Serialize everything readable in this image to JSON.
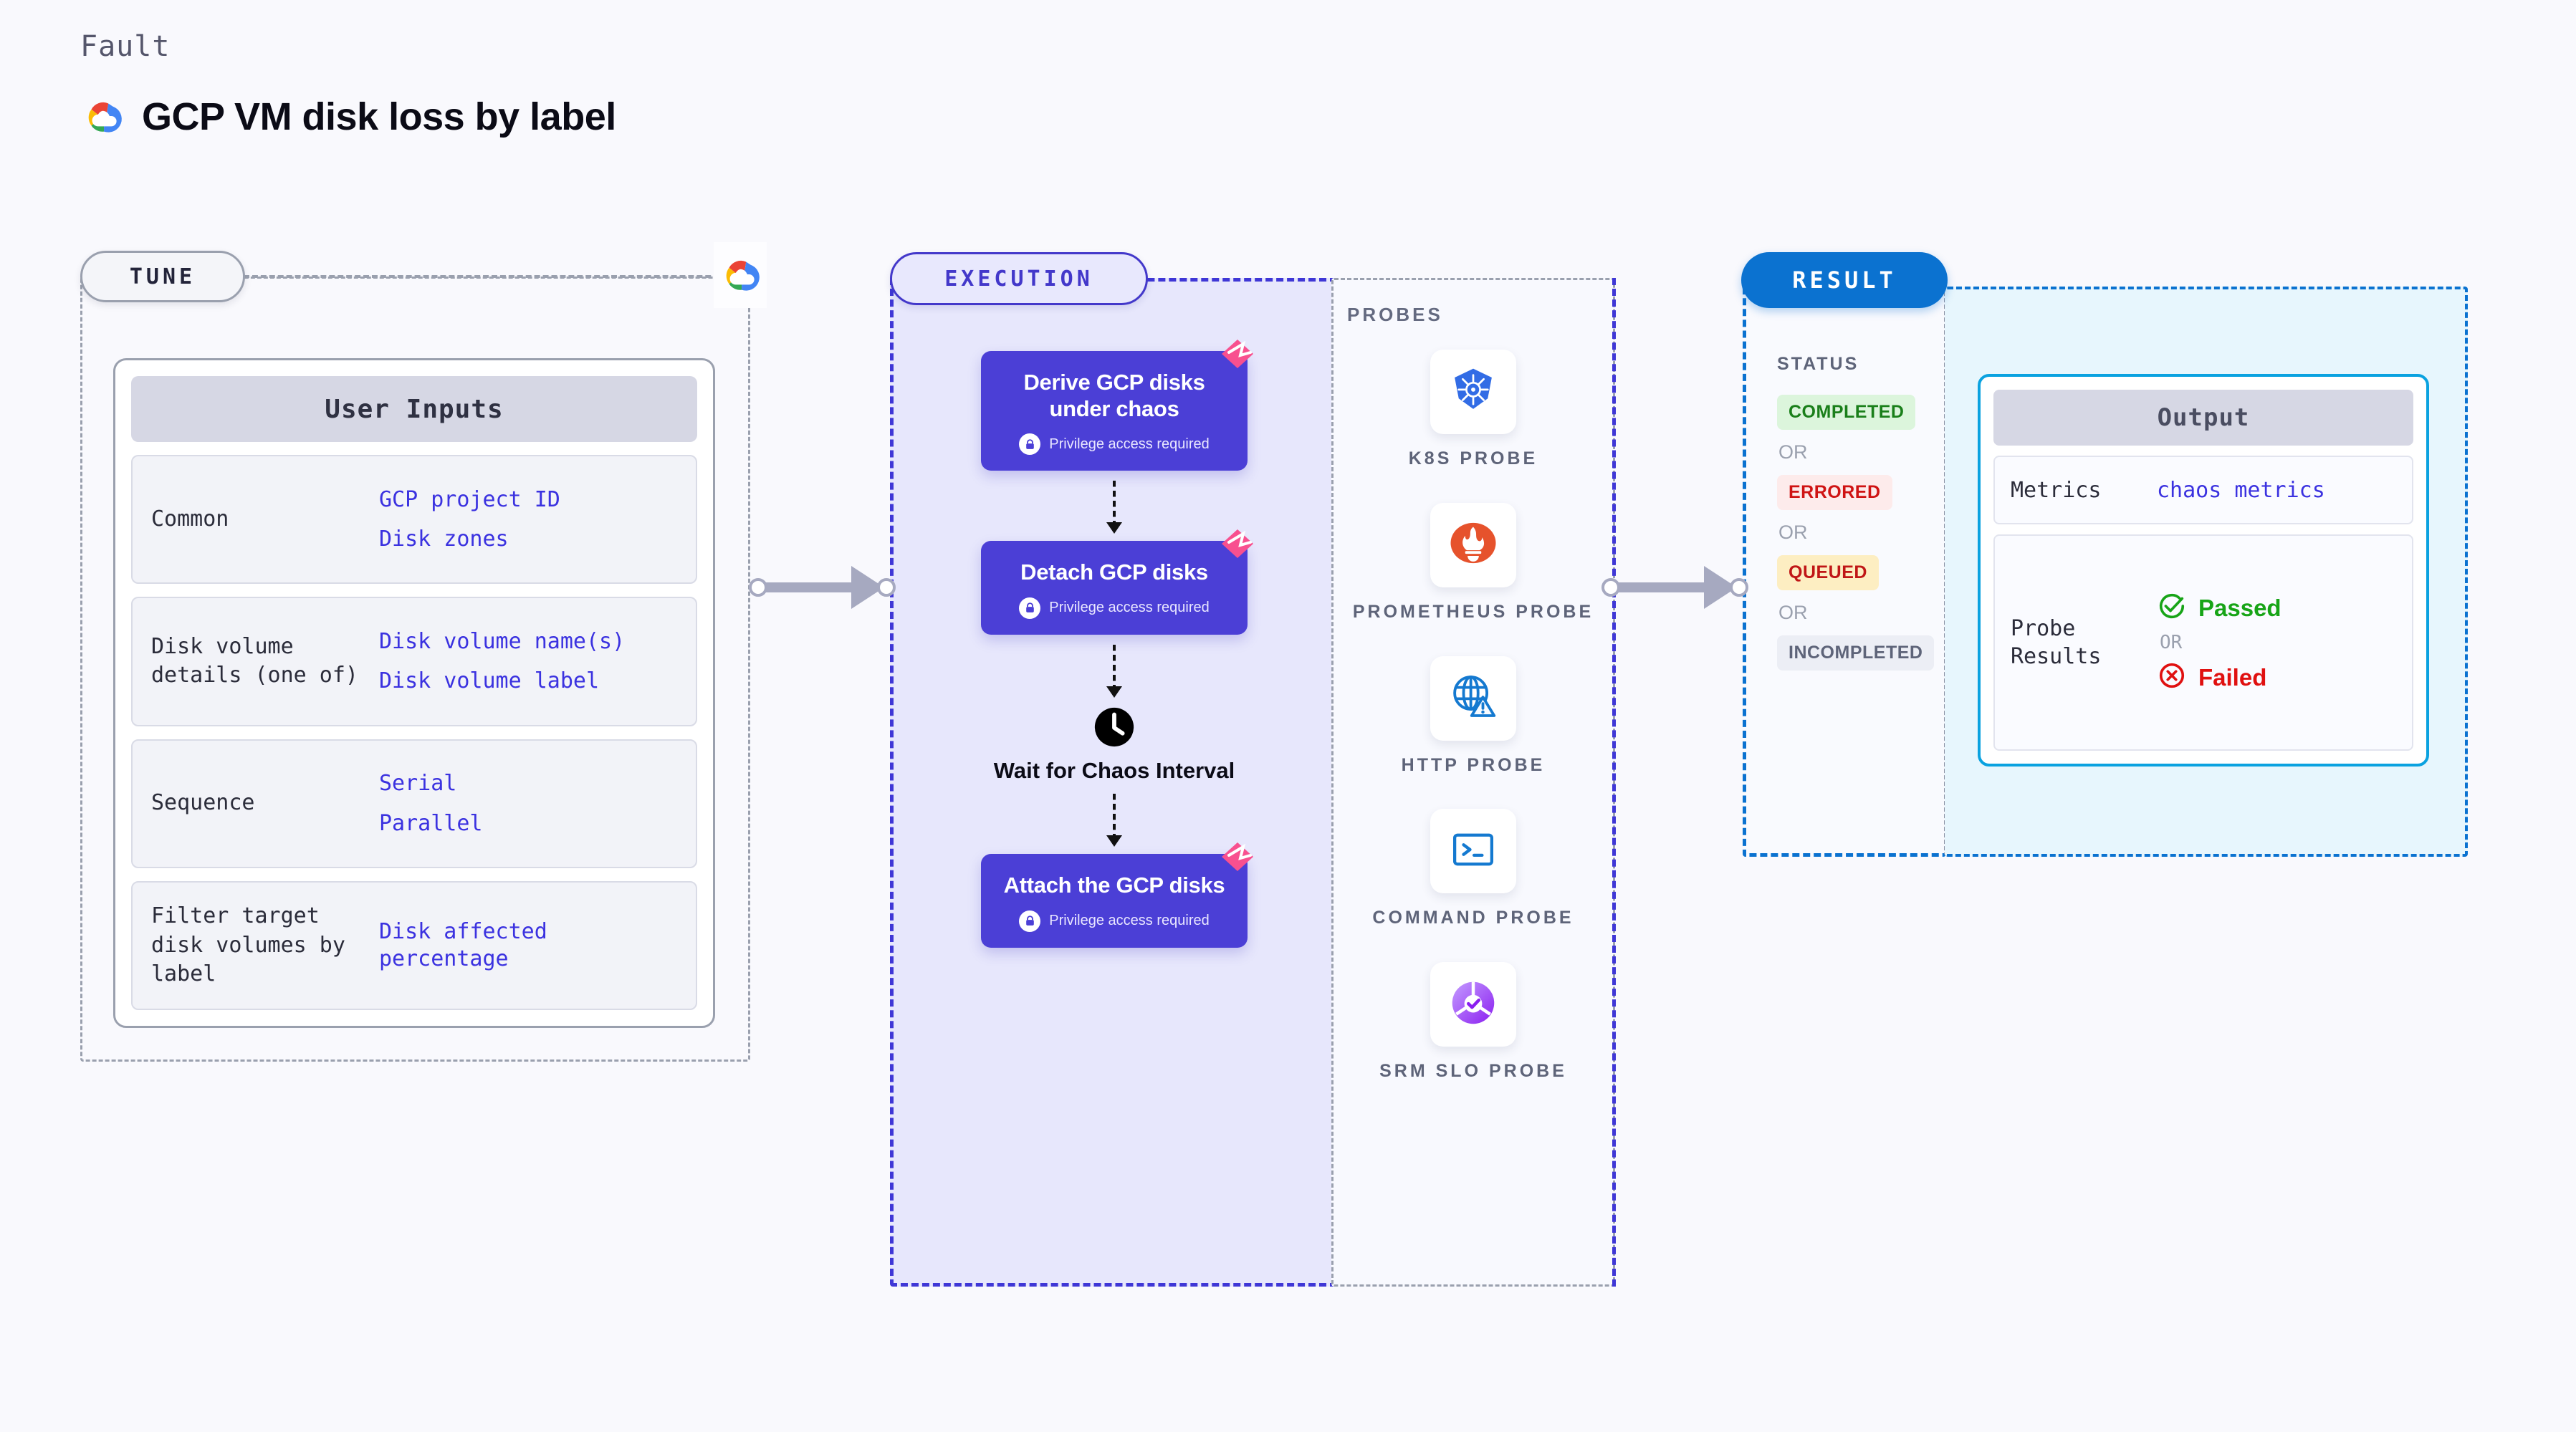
{
  "header": {
    "kicker": "Fault",
    "title": "GCP VM disk loss by label",
    "logo_icon": "gcp-cloud-logo"
  },
  "tune": {
    "badge": "TUNE",
    "provider_icon": "gcp-cloud-logo",
    "card_title": "User Inputs",
    "rows": [
      {
        "label": "Common",
        "values": [
          "GCP project ID",
          "Disk zones"
        ]
      },
      {
        "label": "Disk volume details (one of)",
        "values": [
          "Disk volume name(s)",
          "Disk volume label"
        ]
      },
      {
        "label": "Sequence",
        "values": [
          "Serial",
          "Parallel"
        ]
      },
      {
        "label": "Filter target disk volumes by label",
        "values": [
          "Disk affected percentage"
        ]
      }
    ]
  },
  "execution": {
    "badge": "EXECUTION",
    "steps": [
      {
        "type": "task",
        "title": "Derive GCP disks under chaos",
        "privilege": "Privilege access required",
        "icon": "litmus-corner-icon",
        "lock_icon": "lock-icon"
      },
      {
        "type": "task",
        "title": "Detach GCP disks",
        "privilege": "Privilege access required",
        "icon": "litmus-corner-icon",
        "lock_icon": "lock-icon"
      },
      {
        "type": "wait",
        "title": "Wait for Chaos Interval",
        "icon": "clock-icon"
      },
      {
        "type": "task",
        "title": "Attach the GCP disks",
        "privilege": "Privilege access required",
        "icon": "litmus-corner-icon",
        "lock_icon": "lock-icon"
      }
    ]
  },
  "probes": {
    "title": "PROBES",
    "items": [
      {
        "label": "K8S PROBE",
        "icon": "kubernetes-icon"
      },
      {
        "label": "PROMETHEUS PROBE",
        "icon": "prometheus-icon"
      },
      {
        "label": "HTTP PROBE",
        "icon": "http-globe-warning-icon"
      },
      {
        "label": "COMMAND PROBE",
        "icon": "terminal-icon"
      },
      {
        "label": "SRM SLO PROBE",
        "icon": "srm-slo-icon"
      }
    ]
  },
  "result": {
    "badge": "RESULT",
    "status_title": "STATUS",
    "or_label": "OR",
    "statuses": [
      {
        "label": "COMPLETED",
        "tone": "success",
        "bg": "#dcf5dc",
        "fg": "#1a7f1a"
      },
      {
        "label": "ERRORED",
        "tone": "error",
        "bg": "#fdebeb",
        "fg": "#cf1313"
      },
      {
        "label": "QUEUED",
        "tone": "warning",
        "bg": "#fdeec2",
        "fg": "#c01616"
      },
      {
        "label": "INCOMPLETED",
        "tone": "neutral",
        "bg": "#eceef5",
        "fg": "#5e6479"
      }
    ],
    "output": {
      "title": "Output",
      "metrics_key": "Metrics",
      "metrics_value": "chaos metrics",
      "probe_key": "Probe Results",
      "passed_label": "Passed",
      "passed_icon": "check-circle-icon",
      "or_label": "OR",
      "failed_label": "Failed",
      "failed_icon": "x-circle-icon"
    }
  },
  "colors": {
    "page_bg": "#f9f9fd",
    "accent_purple": "#4b3fd6",
    "accent_blue": "#0b72d0",
    "exec_panel_bg": "#e7e7fc",
    "output_panel_bg": "#e7f6fd",
    "link_text": "#3b32e0",
    "litmus_pink": "#f8508f"
  }
}
